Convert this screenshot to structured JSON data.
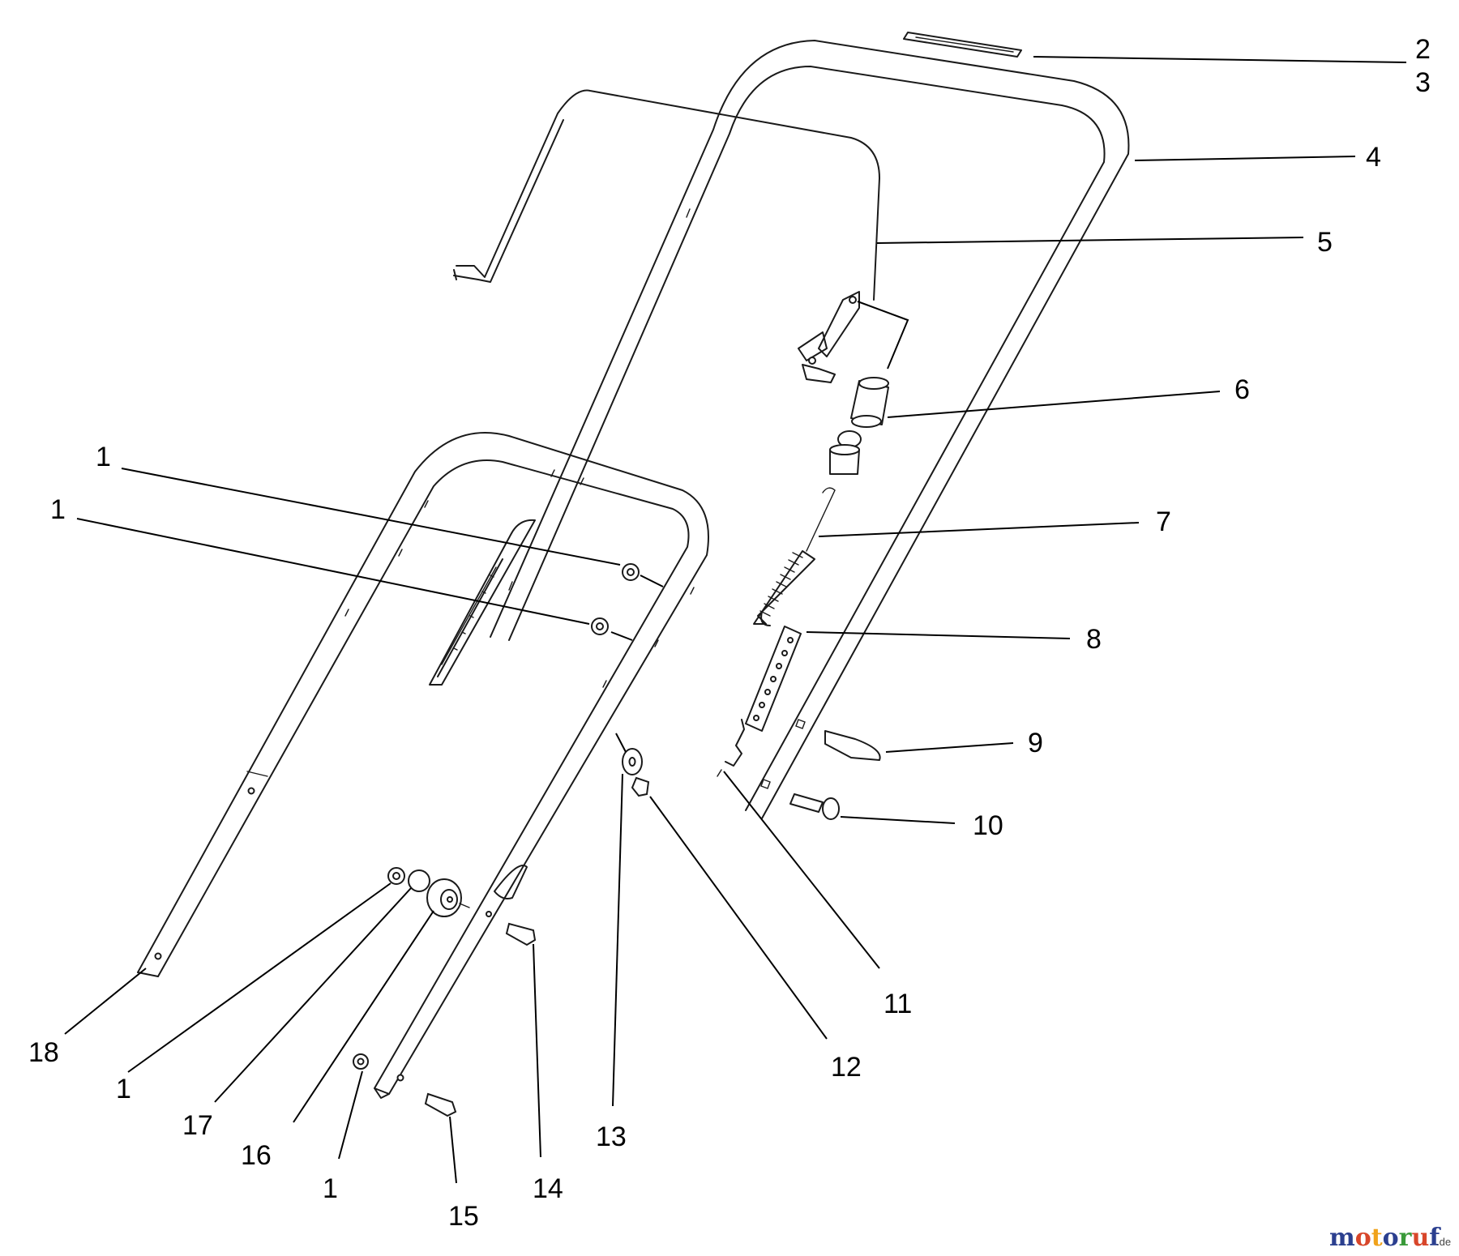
{
  "callouts": [
    {
      "id": "c2",
      "text": "2"
    },
    {
      "id": "c3",
      "text": "3"
    },
    {
      "id": "c4",
      "text": "4"
    },
    {
      "id": "c5",
      "text": "5"
    },
    {
      "id": "c6",
      "text": "6"
    },
    {
      "id": "c7",
      "text": "7"
    },
    {
      "id": "c8",
      "text": "8"
    },
    {
      "id": "c9",
      "text": "9"
    },
    {
      "id": "c10",
      "text": "10"
    },
    {
      "id": "c11",
      "text": "11"
    },
    {
      "id": "c12",
      "text": "12"
    },
    {
      "id": "c13",
      "text": "13"
    },
    {
      "id": "c14",
      "text": "14"
    },
    {
      "id": "c15",
      "text": "15"
    },
    {
      "id": "c16",
      "text": "16"
    },
    {
      "id": "c17",
      "text": "17"
    },
    {
      "id": "c18",
      "text": "18"
    },
    {
      "id": "c1a",
      "text": "1"
    },
    {
      "id": "c1b",
      "text": "1"
    },
    {
      "id": "c1c",
      "text": "1"
    },
    {
      "id": "c1d",
      "text": "1"
    }
  ],
  "watermark": {
    "text": "motoruf",
    "suffix": ".de",
    "colors": [
      "#2b3f8f",
      "#d8462a",
      "#f0a21b",
      "#2b3f8f",
      "#3a9a3a",
      "#d8462a",
      "#2b3f8f"
    ]
  }
}
